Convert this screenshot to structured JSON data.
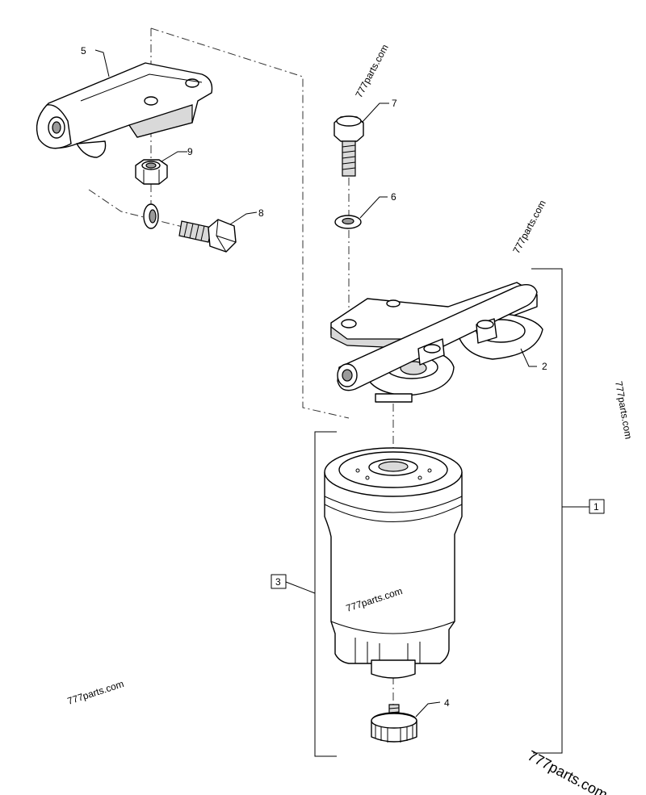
{
  "callouts": {
    "c1": "1",
    "c2": "2",
    "c3": "3",
    "c4": "4",
    "c5": "5",
    "c6": "6",
    "c7": "7",
    "c8": "8",
    "c9": "9"
  },
  "watermarks": {
    "wm_top": "777parts.com",
    "wm_right_upper": "777parts.com",
    "wm_right_mid": "777parts.com",
    "wm_center": "777parts.com",
    "wm_left_bottom": "777parts.com",
    "wm_bottom_right": "777parts.com"
  }
}
